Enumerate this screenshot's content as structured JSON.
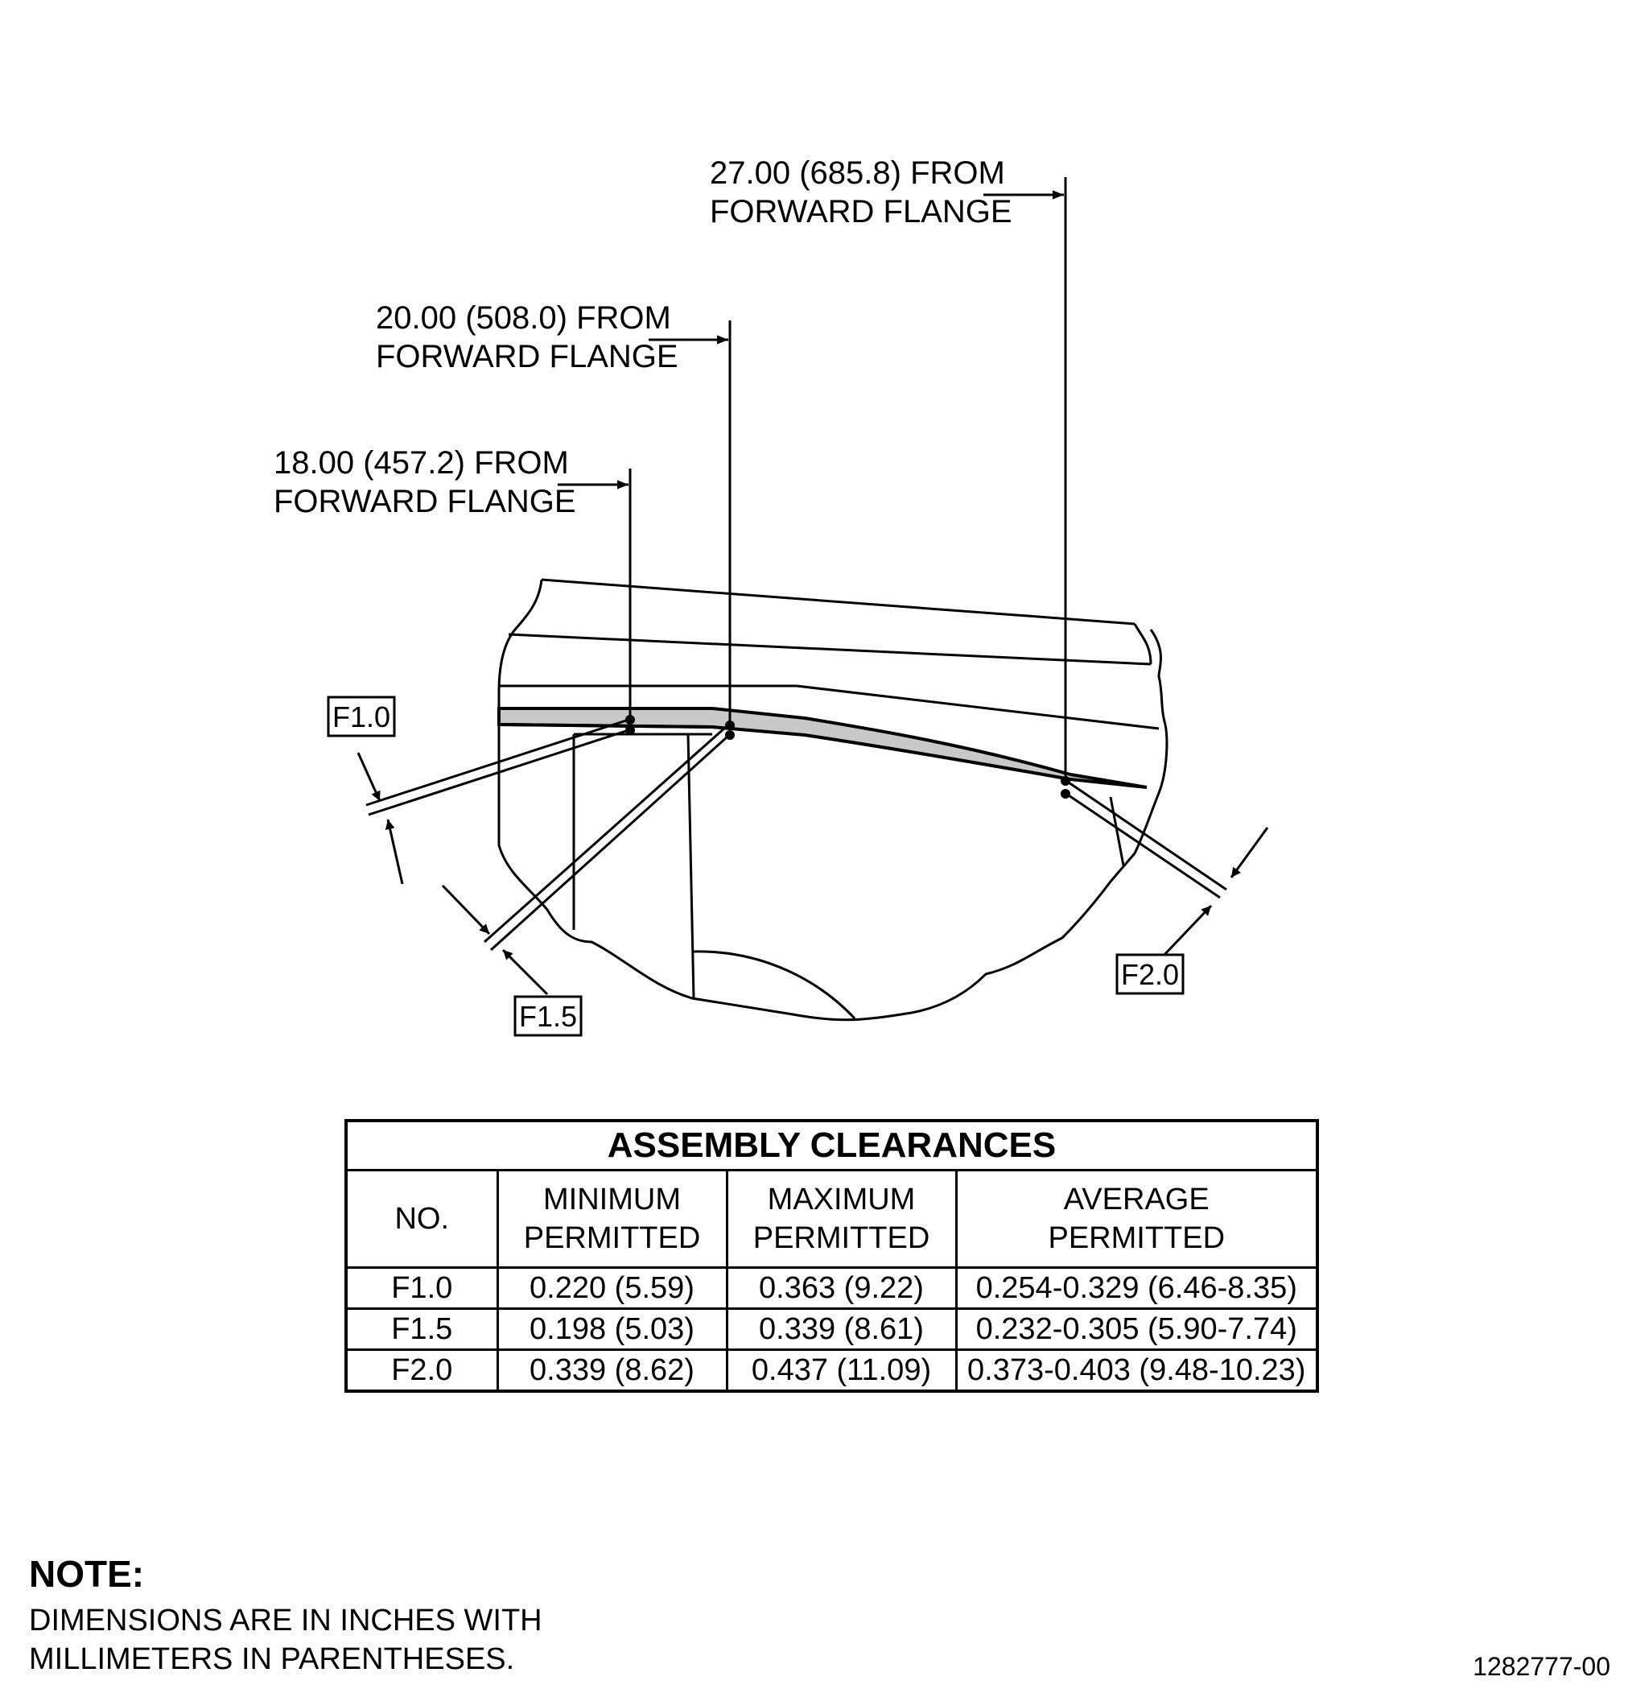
{
  "callouts": [
    {
      "line1": "18.00 (457.2) FROM",
      "line2": "FORWARD FLANGE"
    },
    {
      "line1": "20.00 (508.0) FROM",
      "line2": "FORWARD FLANGE"
    },
    {
      "line1": "27.00 (685.8) FROM",
      "line2": "FORWARD FLANGE"
    }
  ],
  "tags": {
    "f10": "F1.0",
    "f15": "F1.5",
    "f20": "F2.0"
  },
  "table": {
    "title": "ASSEMBLY CLEARANCES",
    "headers": [
      "NO.",
      "MINIMUM PERMITTED",
      "MAXIMUM PERMITTED",
      "AVERAGE PERMITTED"
    ],
    "rows": [
      [
        "F1.0",
        "0.220 (5.59)",
        "0.363 (9.22)",
        "0.254-0.329 (6.46-8.35)"
      ],
      [
        "F1.5",
        "0.198 (5.03)",
        "0.339 (8.61)",
        "0.232-0.305 (5.90-7.74)"
      ],
      [
        "F2.0",
        "0.339 (8.62)",
        "0.437 (11.09)",
        "0.373-0.403 (9.48-10.23)"
      ]
    ]
  },
  "note": {
    "title": "NOTE:",
    "line1": "DIMENSIONS ARE IN INCHES WITH",
    "line2": "MILLIMETERS IN PARENTHESES."
  },
  "doc_number": "1282777-00"
}
